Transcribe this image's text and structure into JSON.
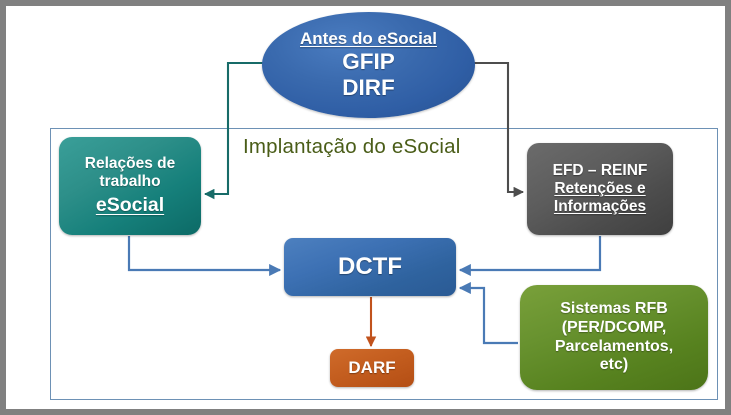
{
  "diagram": {
    "container_title": "Implantação do eSocial",
    "nodes": {
      "antes": {
        "heading": "Antes do eSocial",
        "line1": "GFIP",
        "line2": "DIRF",
        "shape": "ellipse",
        "color": "#2f5ea5"
      },
      "relacoes": {
        "line1": "Relações de",
        "line2": "trabalho",
        "line3": "eSocial",
        "shape": "rounded-rect",
        "color": "#16807b"
      },
      "efd": {
        "line1": "EFD – REINF",
        "line2": "Retenções e",
        "line3": "Informações",
        "shape": "rounded-rect",
        "color": "#4c4c4c"
      },
      "dctf": {
        "label": "DCTF",
        "shape": "rounded-rect",
        "color": "#2f639f"
      },
      "darf": {
        "label": "DARF",
        "shape": "rounded-rect",
        "color": "#c55f20"
      },
      "sistemas": {
        "line1": "Sistemas RFB",
        "line2": "(PER/DCOMP,",
        "line3": "Parcelamentos,",
        "line4": "etc)",
        "shape": "rounded-rect",
        "color": "#57821f"
      }
    },
    "connectors": [
      {
        "name": "antes-to-relacoes",
        "from": "antes",
        "to": "relacoes",
        "color": "#176b68"
      },
      {
        "name": "antes-to-efd",
        "from": "antes",
        "to": "efd",
        "color": "#4d4d4d"
      },
      {
        "name": "relacoes-to-dctf",
        "from": "relacoes",
        "to": "dctf",
        "color": "#4a7ab5"
      },
      {
        "name": "efd-to-dctf",
        "from": "efd",
        "to": "dctf",
        "color": "#4a7ab5"
      },
      {
        "name": "sistemas-to-dctf",
        "from": "sistemas",
        "to": "dctf",
        "color": "#4a7ab5"
      },
      {
        "name": "dctf-to-darf",
        "from": "dctf",
        "to": "darf",
        "color": "#c1521c"
      }
    ],
    "frame": {
      "outer_border_color": "#808080",
      "inner_border_color": "#6d91b5",
      "title_color": "#4a5d18"
    }
  }
}
